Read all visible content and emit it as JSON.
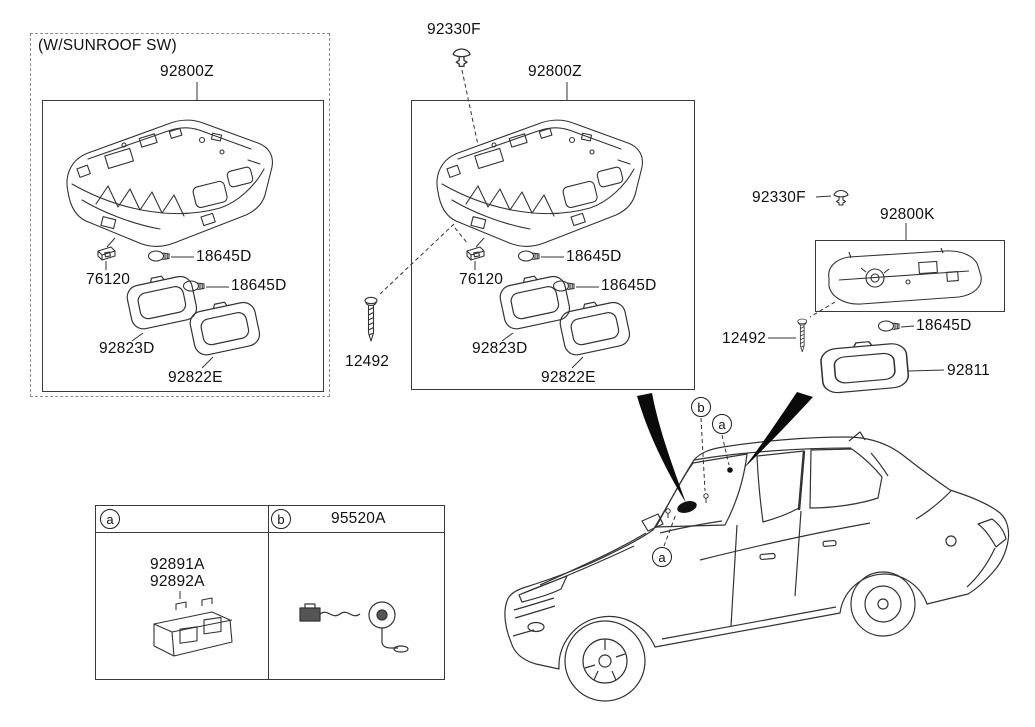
{
  "diagram": {
    "sunroof_group": {
      "caption": "(W/SUNROOF SW)",
      "assembly": "92800Z",
      "socket": "76120",
      "bulb_a": "18645D",
      "bulb_b": "18645D",
      "lens_map": "92823D",
      "lens_sunglass": "92822E"
    },
    "standard_group": {
      "clip": "92330F",
      "assembly": "92800Z",
      "screw": "12492",
      "socket": "76120",
      "bulb_a": "18645D",
      "bulb_b": "18645D",
      "lens_map": "92823D",
      "lens_sunglass": "92822E"
    },
    "room_lamp_group": {
      "clip": "92330F",
      "assembly": "92800K",
      "screw": "12492",
      "bulb": "18645D",
      "lens": "92811"
    },
    "legend_table": {
      "cell_a": {
        "marker": "a",
        "part_primary": "92891A",
        "part_alt": "92892A"
      },
      "cell_b": {
        "marker": "b",
        "part": "95520A"
      }
    },
    "vehicle": {
      "marker_b": "b",
      "marker_a_roof": "a",
      "marker_a_header": "a"
    }
  }
}
